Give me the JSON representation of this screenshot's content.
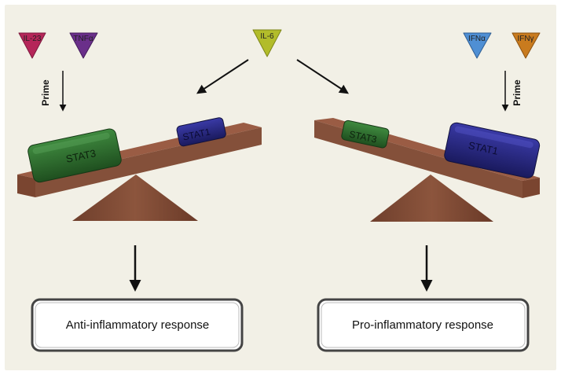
{
  "cytokines": {
    "il23": "IL-23",
    "tnfa": "TNFα",
    "il6": "IL-6",
    "ifna": "IFNα",
    "ifng": "IFNγ"
  },
  "prime_left": "Prime",
  "prime_right": "Prime",
  "blocks": {
    "left_stat3": "STAT3",
    "left_stat1": "STAT1",
    "right_stat3": "STAT3",
    "right_stat1": "STAT1"
  },
  "responses": {
    "anti": "Anti-inflammatory response",
    "pro": "Pro-inflammatory response"
  },
  "colors": {
    "background": "#f2f0e6",
    "beam_top": "#9a5c44",
    "beam_front": "#7a4530",
    "fulcrum": "#7e4a35",
    "stat3": "#2f6e2f",
    "stat1": "#2a2a86",
    "il23": "#b52659",
    "tnfa": "#6a2f8a",
    "il6": "#b2bc2a",
    "ifna": "#4f8fd4",
    "ifng": "#c97b1e"
  }
}
